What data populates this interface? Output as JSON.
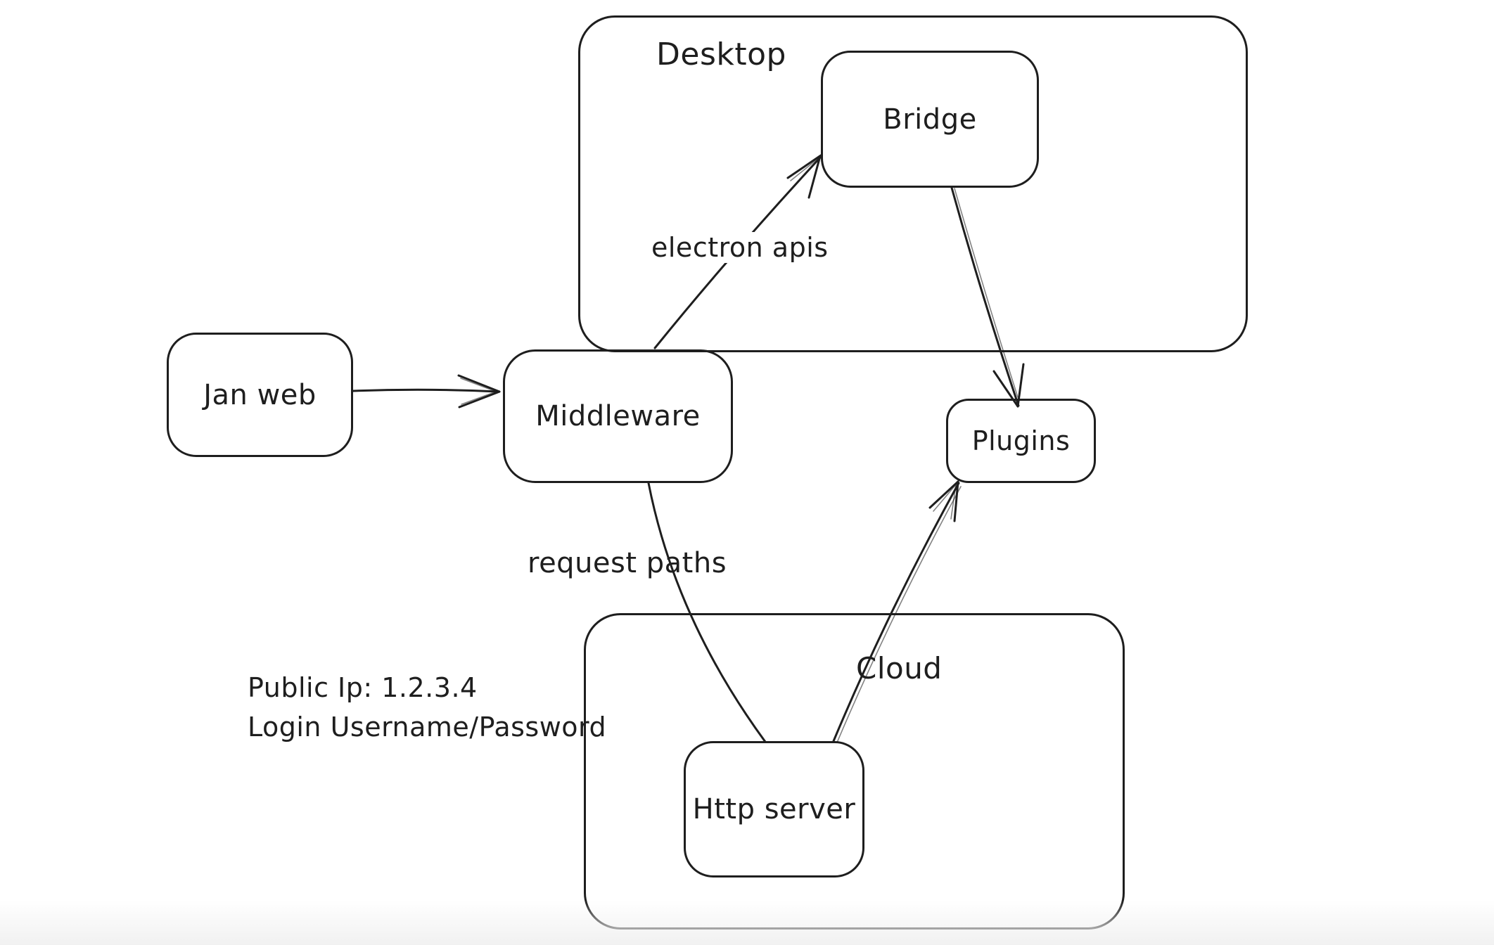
{
  "app": {
    "background_color": "#ffffff",
    "ink_color": "#1e1e1e",
    "bottom_fade_color": "#f1f1f1"
  },
  "diagram": {
    "containers": {
      "desktop": {
        "label": "Desktop"
      },
      "cloud": {
        "label": "Cloud"
      }
    },
    "nodes": {
      "jan_web": {
        "label": "Jan web"
      },
      "middleware": {
        "label": "Middleware"
      },
      "bridge": {
        "label": "Bridge"
      },
      "plugins": {
        "label": "Plugins"
      },
      "http_server": {
        "label": "Http server"
      }
    },
    "edges": [
      {
        "name": "jan-web-to-middleware",
        "from": "jan_web",
        "to": "middleware",
        "label": "",
        "arrowhead": "end"
      },
      {
        "name": "middleware-to-bridge",
        "from": "middleware",
        "to": "bridge",
        "label": "electron apis",
        "arrowhead": "end"
      },
      {
        "name": "bridge-to-plugins",
        "from": "bridge",
        "to": "plugins",
        "label": "",
        "arrowhead": "end"
      },
      {
        "name": "middleware-to-http-server",
        "from": "middleware",
        "to": "http_server",
        "label": "request paths",
        "arrowhead": "none"
      },
      {
        "name": "http-server-to-plugins",
        "from": "http_server",
        "to": "plugins",
        "label": "",
        "arrowhead": "end"
      }
    ],
    "notes": {
      "public_ip": "Public Ip: 1.2.3.4",
      "login": "Login Username/Password"
    }
  }
}
